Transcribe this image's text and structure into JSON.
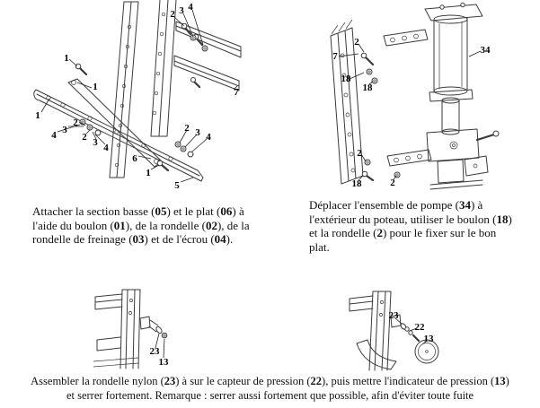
{
  "colors": {
    "paper": "#ffffff",
    "line": "#3a3a3a",
    "ink": "#111111"
  },
  "fig1": {
    "callouts": [
      "2",
      "3",
      "4",
      "1",
      "1",
      "1",
      "4",
      "3",
      "2",
      "2",
      "3",
      "4",
      "6",
      "1",
      "5",
      "2",
      "3",
      "4",
      "7"
    ],
    "caption_lines": [
      "Attacher la section basse (05) et le plat (06) à",
      "l'aide du boulon (01), de la rondelle (02), de la",
      "rondelle de freinage (03) et de l'écrou (04)."
    ]
  },
  "fig2": {
    "callouts": [
      "7",
      "2",
      "18",
      "18",
      "2",
      "18",
      "2",
      "34"
    ],
    "caption_lines": [
      "Déplacer l'ensemble de pompe (34) à",
      "l'extérieur du poteau, utiliser le boulon (18)",
      "et la rondelle (2) pour le fixer sur le bon",
      "plat."
    ]
  },
  "fig3": {
    "callouts": [
      "23",
      "13"
    ]
  },
  "fig4": {
    "callouts": [
      "23",
      "22",
      "13"
    ]
  },
  "bottom_caption_lines": [
    "Assembler la rondelle nylon (23) à sur le capteur de pression (22), puis mettre l'indicateur de pression (13)",
    "et serrer fortement. Remarque : serrer aussi fortement que possible, afin d'éviter toute fuite"
  ]
}
